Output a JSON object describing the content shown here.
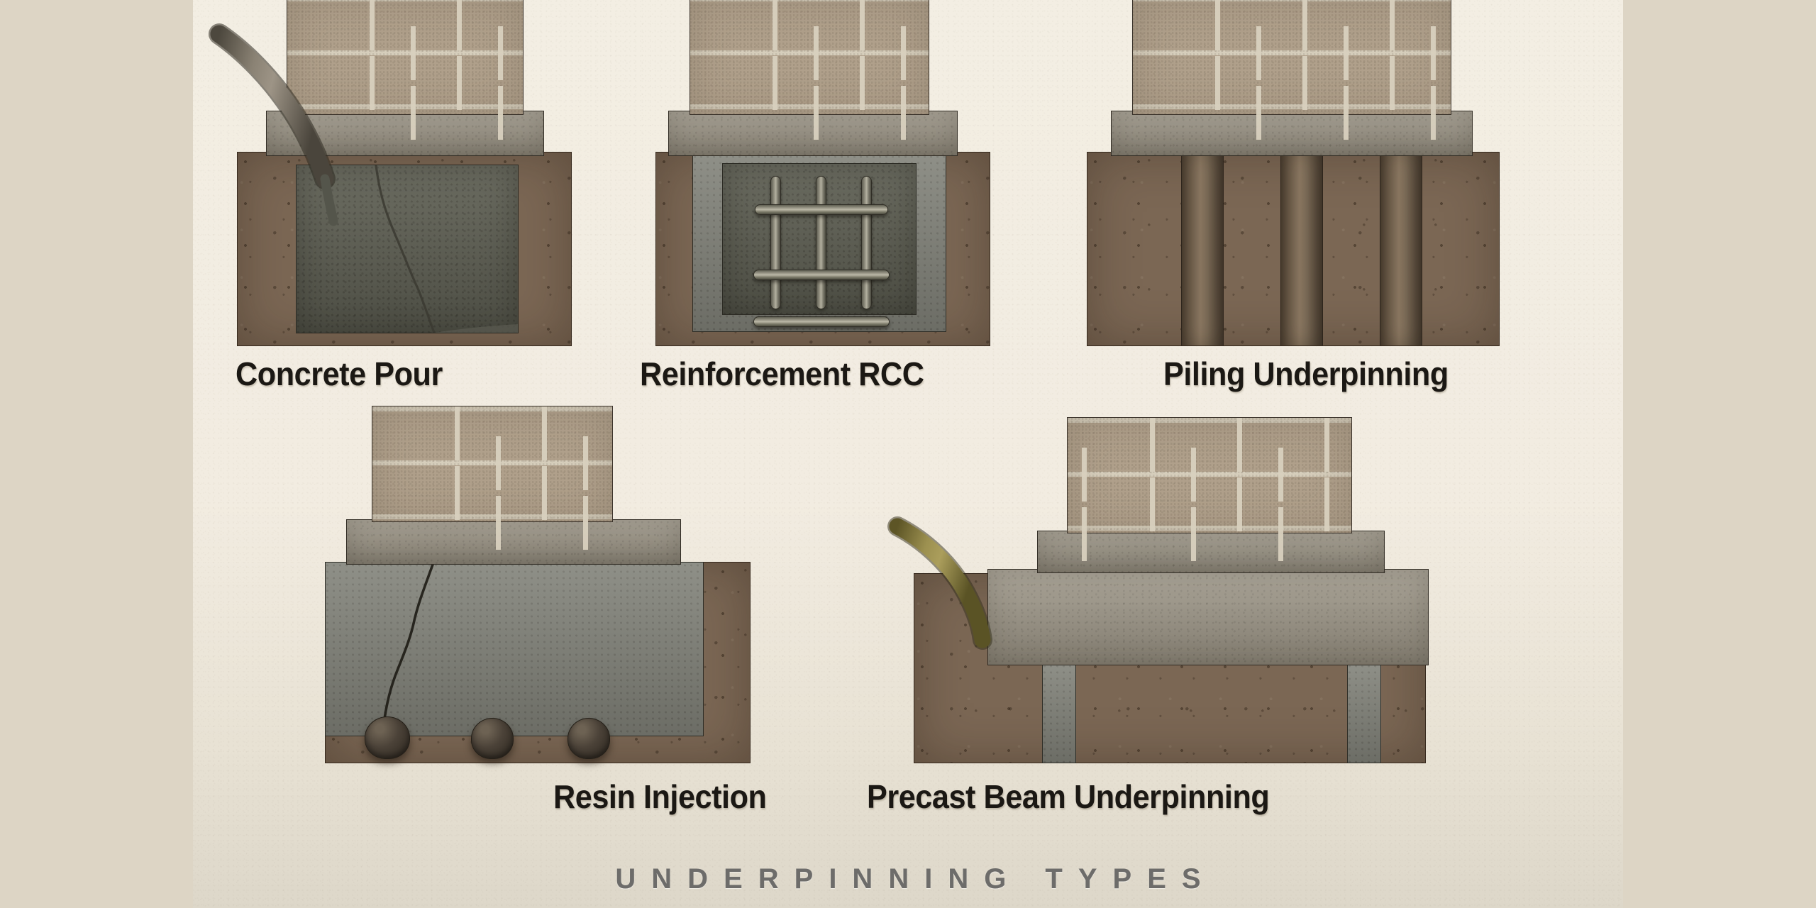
{
  "poster": {
    "footer_title": "U N D E R P I N N I N G   T Y P E S",
    "footer_title_plain": "UNDERPINNING TYPES",
    "background_color": "#ddd5c5",
    "canvas_color": "#f2ede2"
  },
  "palette": {
    "brick": "#b0a08b",
    "mortar": "#d8d0be",
    "soil": "#7b6754",
    "footing_slab": "#9b9485",
    "concrete_fill_dark": "#61625e",
    "concrete_mid": "#82837a",
    "pile": "#6a5a48",
    "resin_bulb": "#4b4238",
    "hose_grey": "#7b7466",
    "hose_olive": "#8d8248",
    "outline": "#332c24",
    "caption_text": "#1b1814",
    "footer_text": "#6d6c6a"
  },
  "panels": [
    {
      "id": "concrete-pour",
      "label": "Concrete Pour",
      "elements": [
        "brick-wall",
        "footing-slab",
        "soil-mass",
        "concrete-pour-pit",
        "delivery-hose",
        "concrete-stream"
      ]
    },
    {
      "id": "reinforcement-rcc",
      "label": "Reinforcement RCC",
      "elements": [
        "brick-wall",
        "footing-slab",
        "soil-mass",
        "concrete-block",
        "rebar-cage"
      ],
      "rebar": {
        "vertical_bars": 3,
        "horizontal_bars": 3
      }
    },
    {
      "id": "piling-underpinning",
      "label": "Piling Underpinning",
      "elements": [
        "brick-wall",
        "footing-slab",
        "soil-mass",
        "piles"
      ],
      "pile_count": 3
    },
    {
      "id": "resin-injection",
      "label": "Resin Injection",
      "elements": [
        "brick-wall",
        "footing-slab",
        "soil-mass",
        "cracked-slab",
        "resin-bulbs",
        "crack"
      ],
      "bulb_count": 3
    },
    {
      "id": "precast-beam-underpinning",
      "label": "Precast Beam Underpinning",
      "elements": [
        "brick-wall",
        "footing-slab",
        "soil-mass",
        "precast-beam",
        "support-piers",
        "injection-hose"
      ],
      "pier_count": 2
    }
  ]
}
